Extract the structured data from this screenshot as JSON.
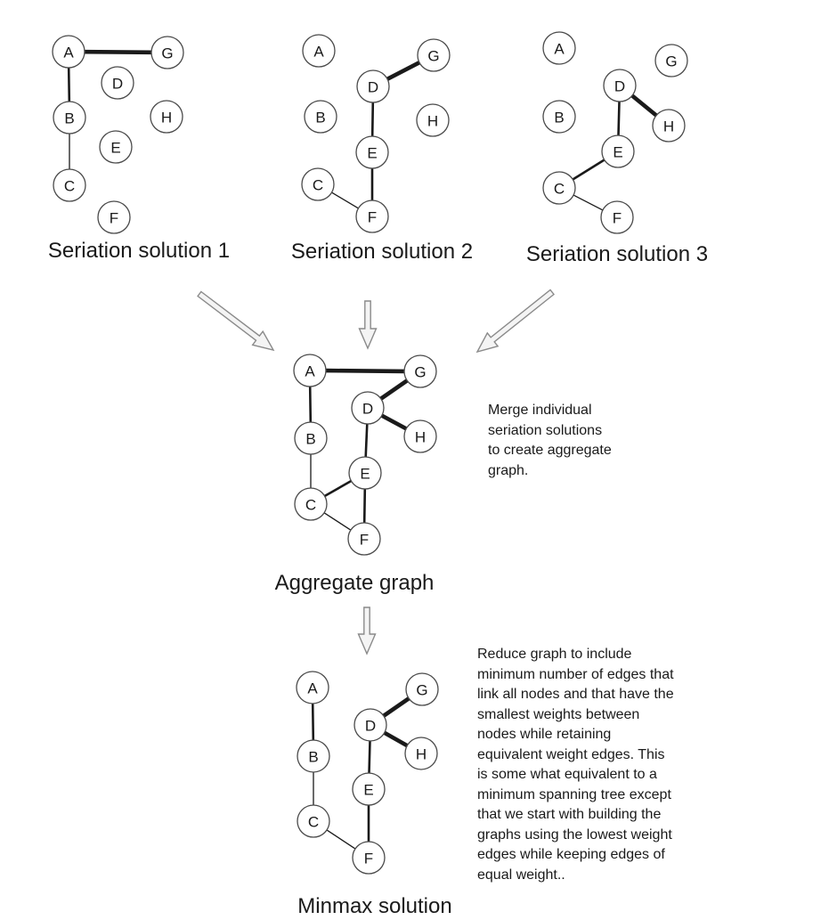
{
  "captions": {
    "solution1": "Seriation solution 1",
    "solution2": "Seriation solution 2",
    "solution3": "Seriation solution 3",
    "aggregate": "Aggregate graph",
    "minmax": "Minmax solution"
  },
  "notes": {
    "merge": [
      "Merge individual",
      "seriation solutions",
      "to create aggregate",
      "graph."
    ],
    "reduce": [
      "Reduce graph to include",
      "minimum number of edges that",
      "link all nodes and that have the",
      "smallest weights between",
      "nodes while retaining",
      "equivalent weight edges. This",
      "is some what equivalent to a",
      "minimum spanning tree except",
      "that we start with building the",
      "graphs using the lowest weight",
      "edges while keeping edges of",
      "equal weight.."
    ]
  },
  "graphs": [
    {
      "id": "seriation-solution-1",
      "nodes": [
        "A",
        "G",
        "D",
        "B",
        "H",
        "E",
        "C",
        "F"
      ],
      "edges": [
        {
          "from": "A",
          "to": "G",
          "weight": "heavy"
        },
        {
          "from": "A",
          "to": "B",
          "weight": "medium"
        },
        {
          "from": "B",
          "to": "C",
          "weight": "light"
        }
      ]
    },
    {
      "id": "seriation-solution-2",
      "nodes": [
        "A",
        "G",
        "D",
        "B",
        "H",
        "E",
        "C",
        "F"
      ],
      "edges": [
        {
          "from": "D",
          "to": "G",
          "weight": "heavy"
        },
        {
          "from": "D",
          "to": "E",
          "weight": "medium"
        },
        {
          "from": "E",
          "to": "F",
          "weight": "medium"
        },
        {
          "from": "C",
          "to": "F",
          "weight": "light"
        }
      ]
    },
    {
      "id": "seriation-solution-3",
      "nodes": [
        "A",
        "G",
        "D",
        "B",
        "H",
        "E",
        "C",
        "F"
      ],
      "edges": [
        {
          "from": "D",
          "to": "H",
          "weight": "heavy"
        },
        {
          "from": "D",
          "to": "E",
          "weight": "medium"
        },
        {
          "from": "E",
          "to": "C",
          "weight": "medium"
        },
        {
          "from": "C",
          "to": "F",
          "weight": "light"
        }
      ]
    },
    {
      "id": "aggregate-graph",
      "nodes": [
        "A",
        "G",
        "D",
        "H",
        "B",
        "E",
        "C",
        "F"
      ],
      "edges": [
        {
          "from": "A",
          "to": "G",
          "weight": "heavy"
        },
        {
          "from": "G",
          "to": "D",
          "weight": "heavy"
        },
        {
          "from": "D",
          "to": "H",
          "weight": "heavy"
        },
        {
          "from": "A",
          "to": "B",
          "weight": "medium"
        },
        {
          "from": "B",
          "to": "C",
          "weight": "light"
        },
        {
          "from": "D",
          "to": "E",
          "weight": "medium"
        },
        {
          "from": "C",
          "to": "E",
          "weight": "medium"
        },
        {
          "from": "E",
          "to": "F",
          "weight": "medium"
        },
        {
          "from": "C",
          "to": "F",
          "weight": "light"
        }
      ]
    },
    {
      "id": "minmax-solution",
      "nodes": [
        "A",
        "G",
        "D",
        "H",
        "B",
        "E",
        "C",
        "F"
      ],
      "edges": [
        {
          "from": "A",
          "to": "B",
          "weight": "medium"
        },
        {
          "from": "B",
          "to": "C",
          "weight": "light"
        },
        {
          "from": "C",
          "to": "F",
          "weight": "light"
        },
        {
          "from": "F",
          "to": "E",
          "weight": "medium"
        },
        {
          "from": "E",
          "to": "D",
          "weight": "medium"
        },
        {
          "from": "D",
          "to": "G",
          "weight": "heavy"
        },
        {
          "from": "D",
          "to": "H",
          "weight": "heavy"
        }
      ]
    }
  ]
}
